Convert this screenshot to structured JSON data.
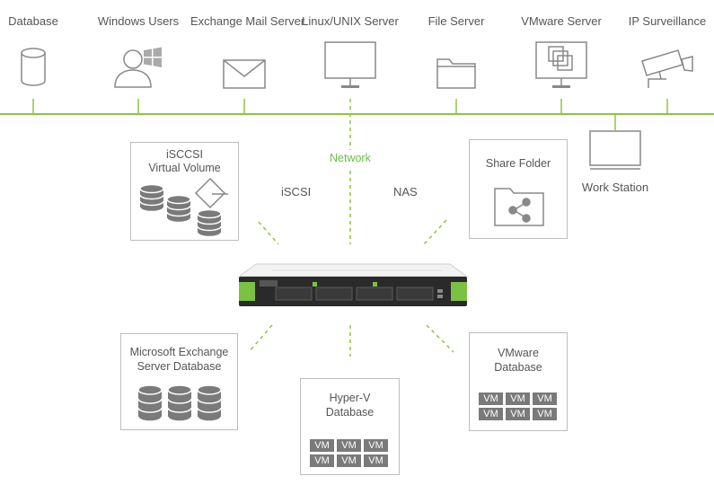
{
  "top_nodes": [
    {
      "id": "database",
      "label": "Database",
      "icon": "database-icon"
    },
    {
      "id": "windows-users",
      "label": "Windows Users",
      "icon": "windows-user-icon"
    },
    {
      "id": "exchange-mail",
      "label": "Exchange Mail Server",
      "icon": "mail-icon"
    },
    {
      "id": "linux-unix",
      "label": "Linux/UNIX Server",
      "icon": "monitor-icon"
    },
    {
      "id": "file-server",
      "label": "File Server",
      "icon": "folder-icon"
    },
    {
      "id": "vmware-server",
      "label": "VMware Server",
      "icon": "vmware-monitor-icon"
    },
    {
      "id": "ip-surveillance",
      "label": "IP Surveillance",
      "icon": "camera-icon"
    }
  ],
  "network_label": "Network",
  "workstation_label": "Work Station",
  "protocols": {
    "iscsi": "iSCSI",
    "nas": "NAS"
  },
  "iscsi_volume": {
    "line1": "iSCCSI",
    "line2": "Virtual  Volume"
  },
  "share_folder": {
    "title": "Share Folder"
  },
  "exchange_db": {
    "line1": "Microsoft Exchange",
    "line2": "Server Database"
  },
  "hyperv_db": {
    "line1": "Hyper-V",
    "line2": "Database",
    "vm_label": "VM",
    "vm_count": 6
  },
  "vmware_db": {
    "line1": "VMware",
    "line2": "Database",
    "vm_label": "VM",
    "vm_count": 6
  },
  "colors": {
    "accent": "#6cc04a",
    "line": "#8dc63f",
    "icon": "#888888",
    "border": "#bdbdbd",
    "dark": "#7a7a7a"
  }
}
